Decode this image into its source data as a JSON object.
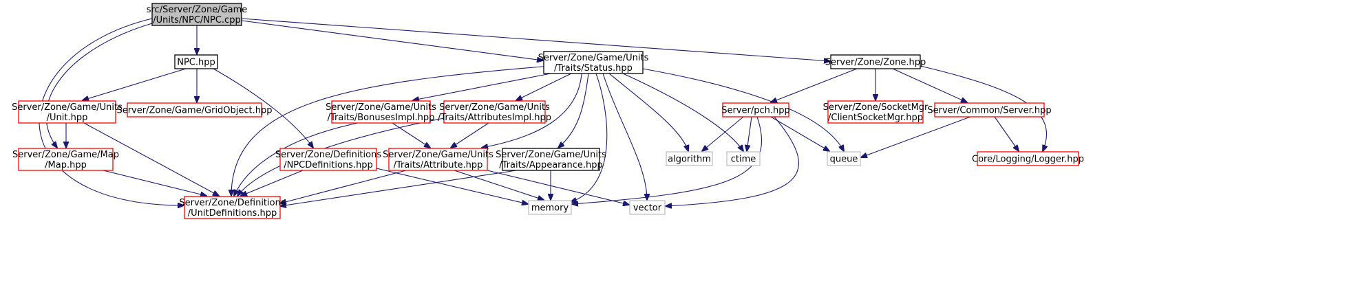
{
  "diagram": {
    "type": "include-dependency-graph",
    "colors": {
      "edge": "#191970",
      "root_fill": "#bfbfbf",
      "root_border": "#000000",
      "documented_border": "#000000",
      "truncated_border": "#ff0000",
      "external_border": "#bfbfbf",
      "external_text": "#666666"
    },
    "nodes": [
      {
        "id": "npccpp",
        "kind": "root",
        "lines": [
          "src/Server/Zone/Game",
          "/Units/NPC/NPC.cpp"
        ]
      },
      {
        "id": "npchpp",
        "kind": "documented",
        "lines": [
          "NPC.hpp"
        ]
      },
      {
        "id": "status",
        "kind": "documented",
        "lines": [
          "Server/Zone/Game/Units",
          "/Traits/Status.hpp"
        ]
      },
      {
        "id": "zone",
        "kind": "documented",
        "lines": [
          "Server/Zone/Zone.hpp"
        ]
      },
      {
        "id": "unit",
        "kind": "truncated",
        "lines": [
          "Server/Zone/Game/Units",
          "/Unit.hpp"
        ]
      },
      {
        "id": "grid",
        "kind": "truncated",
        "lines": [
          "Server/Zone/Game/GridObject.hpp"
        ]
      },
      {
        "id": "bonuses",
        "kind": "truncated",
        "lines": [
          "Server/Zone/Game/Units",
          "/Traits/BonusesImpl.hpp"
        ]
      },
      {
        "id": "attrimpl",
        "kind": "truncated",
        "lines": [
          "Server/Zone/Game/Units",
          "/Traits/AttributesImpl.hpp"
        ]
      },
      {
        "id": "pch",
        "kind": "truncated",
        "lines": [
          "Server/pch.hpp"
        ]
      },
      {
        "id": "socket",
        "kind": "truncated",
        "lines": [
          "Server/Zone/SocketMgr",
          "/ClientSocketMgr.hpp"
        ]
      },
      {
        "id": "server",
        "kind": "truncated",
        "lines": [
          "Server/Common/Server.hpp"
        ]
      },
      {
        "id": "map",
        "kind": "truncated",
        "lines": [
          "Server/Zone/Game/Map",
          "/Map.hpp"
        ]
      },
      {
        "id": "npcdefs",
        "kind": "truncated",
        "lines": [
          "Server/Zone/Definitions",
          "/NPCDefinitions.hpp"
        ]
      },
      {
        "id": "attribute",
        "kind": "truncated",
        "lines": [
          "Server/Zone/Game/Units",
          "/Traits/Attribute.hpp"
        ]
      },
      {
        "id": "appearance",
        "kind": "documented",
        "lines": [
          "Server/Zone/Game/Units",
          "/Traits/Appearance.hpp"
        ]
      },
      {
        "id": "algorithm",
        "kind": "external",
        "lines": [
          "algorithm"
        ]
      },
      {
        "id": "ctime",
        "kind": "external",
        "lines": [
          "ctime"
        ]
      },
      {
        "id": "queue",
        "kind": "external",
        "lines": [
          "queue"
        ]
      },
      {
        "id": "logger",
        "kind": "truncated",
        "lines": [
          "Core/Logging/Logger.hpp"
        ]
      },
      {
        "id": "unitdefs",
        "kind": "truncated",
        "lines": [
          "Server/Zone/Definitions",
          "/UnitDefinitions.hpp"
        ]
      },
      {
        "id": "memory",
        "kind": "external",
        "lines": [
          "memory"
        ]
      },
      {
        "id": "vector",
        "kind": "external",
        "lines": [
          "vector"
        ]
      }
    ],
    "edges": [
      {
        "from": "npccpp",
        "to": "npchpp"
      },
      {
        "from": "npccpp",
        "to": "status"
      },
      {
        "from": "npccpp",
        "to": "zone"
      },
      {
        "from": "npccpp",
        "to": "map"
      },
      {
        "from": "npccpp",
        "to": "unitdefs"
      },
      {
        "from": "npchpp",
        "to": "unit"
      },
      {
        "from": "npchpp",
        "to": "grid"
      },
      {
        "from": "npchpp",
        "to": "npcdefs"
      },
      {
        "from": "unit",
        "to": "map"
      },
      {
        "from": "unit",
        "to": "unitdefs"
      },
      {
        "from": "map",
        "to": "unitdefs"
      },
      {
        "from": "status",
        "to": "unitdefs"
      },
      {
        "from": "status",
        "to": "bonuses"
      },
      {
        "from": "status",
        "to": "attrimpl"
      },
      {
        "from": "status",
        "to": "attribute"
      },
      {
        "from": "status",
        "to": "appearance"
      },
      {
        "from": "status",
        "to": "memory"
      },
      {
        "from": "status",
        "to": "vector"
      },
      {
        "from": "status",
        "to": "algorithm"
      },
      {
        "from": "status",
        "to": "ctime"
      },
      {
        "from": "status",
        "to": "queue"
      },
      {
        "from": "bonuses",
        "to": "unitdefs"
      },
      {
        "from": "bonuses",
        "to": "attribute"
      },
      {
        "from": "attrimpl",
        "to": "unitdefs"
      },
      {
        "from": "attrimpl",
        "to": "attribute"
      },
      {
        "from": "npcdefs",
        "to": "unitdefs"
      },
      {
        "from": "npcdefs",
        "to": "memory"
      },
      {
        "from": "attribute",
        "to": "unitdefs"
      },
      {
        "from": "attribute",
        "to": "memory"
      },
      {
        "from": "attribute",
        "to": "vector"
      },
      {
        "from": "appearance",
        "to": "unitdefs"
      },
      {
        "from": "appearance",
        "to": "memory"
      },
      {
        "from": "zone",
        "to": "pch"
      },
      {
        "from": "zone",
        "to": "socket"
      },
      {
        "from": "zone",
        "to": "server"
      },
      {
        "from": "zone",
        "to": "logger"
      },
      {
        "from": "pch",
        "to": "algorithm"
      },
      {
        "from": "pch",
        "to": "ctime"
      },
      {
        "from": "pch",
        "to": "queue"
      },
      {
        "from": "pch",
        "to": "memory"
      },
      {
        "from": "pch",
        "to": "vector"
      },
      {
        "from": "server",
        "to": "queue"
      },
      {
        "from": "server",
        "to": "logger"
      }
    ]
  }
}
